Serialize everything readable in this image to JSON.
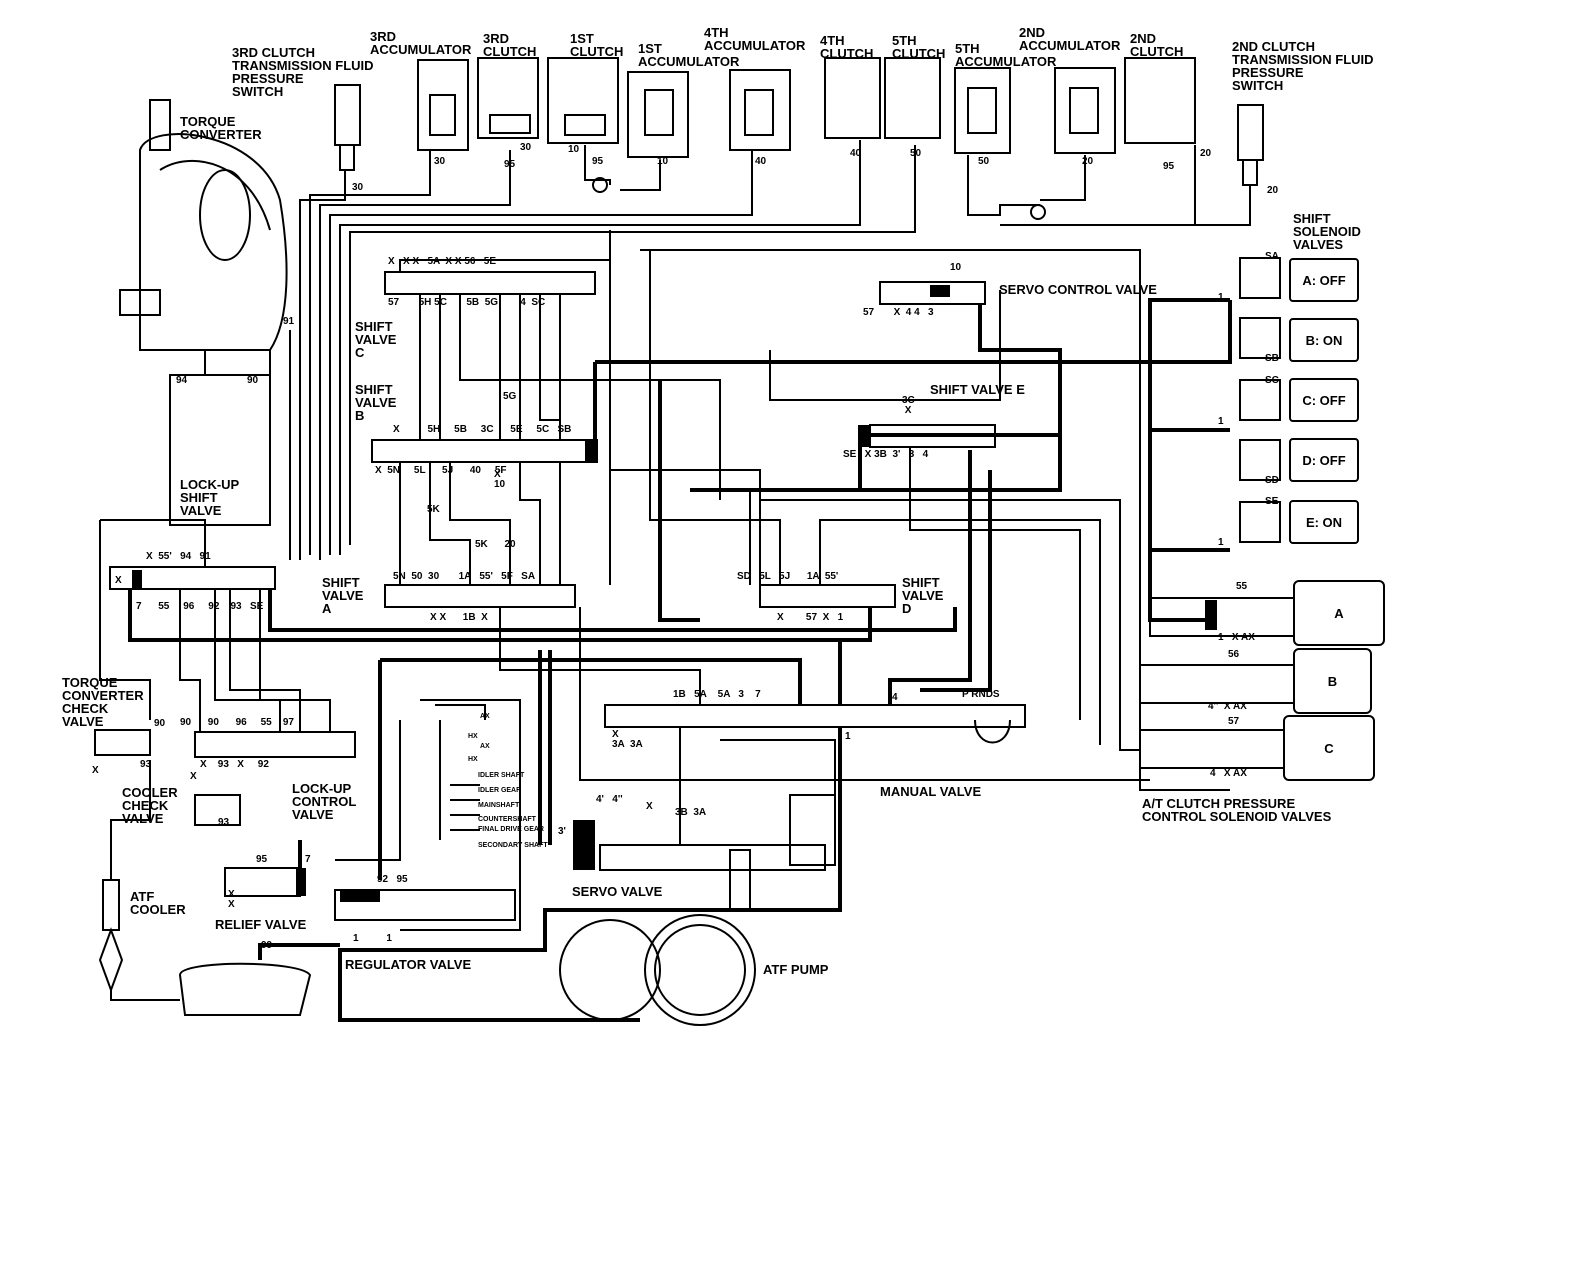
{
  "components": {
    "sw3_pressure": "3RD CLUTCH\nTRANSMISSION FLUID\nPRESSURE\nSWITCH",
    "acc3": "3RD\nACCUMULATOR",
    "clutch3": "3RD\nCLUTCH",
    "clutch1": "1ST\nCLUTCH",
    "acc1": "1ST\nACCUMULATOR",
    "acc4": "4TH\nACCUMULATOR",
    "clutch4": "4TH\nCLUTCH",
    "clutch5": "5TH\nCLUTCH",
    "acc5": "5TH\nACCUMULATOR",
    "acc2": "2ND\nACCUMULATOR",
    "clutch2": "2ND\nCLUTCH",
    "sw2_pressure": "2ND CLUTCH\nTRANSMISSION FLUID\nPRESSURE\nSWITCH",
    "torque_converter": "TORQUE\nCONVERTER",
    "shift_solenoid_valves": "SHIFT\nSOLENOID\nVALVES",
    "servo_control_valve": "SERVO CONTROL VALVE",
    "shift_valve_c": "SHIFT\nVALVE\nC",
    "shift_valve_b": "SHIFT\nVALVE\nB",
    "shift_valve_e": "SHIFT VALVE E",
    "lockup_shift_valve": "LOCK-UP\nSHIFT\nVALVE",
    "shift_valve_a": "SHIFT\nVALVE\nA",
    "shift_valve_d": "SHIFT\nVALVE\nD",
    "tc_check_valve": "TORQUE\nCONVERTER\nCHECK\nVALVE",
    "cooler_check_valve": "COOLER\nCHECK\nVALVE",
    "lockup_control_valve": "LOCK-UP\nCONTROL\nVALVE",
    "manual_valve": "MANUAL VALVE",
    "atc_solenoids": "A/T CLUTCH PRESSURE\nCONTROL SOLENOID VALVES",
    "atf_cooler": "ATF\nCOOLER",
    "relief_valve": "RELIEF VALVE",
    "servo_valve": "SERVO VALVE",
    "regulator_valve": "REGULATOR VALVE",
    "atf_pump": "ATF PUMP"
  },
  "solenoids": [
    {
      "label": "A: OFF",
      "port": "SA"
    },
    {
      "label": "B: ON",
      "port": "SB"
    },
    {
      "label": "C: OFF",
      "port": "SC"
    },
    {
      "label": "D: OFF",
      "port": "SD"
    },
    {
      "label": "E: ON",
      "port": "SE"
    }
  ],
  "pressure_solenoids": [
    {
      "label": "A",
      "port": "55",
      "low": "1   X AX"
    },
    {
      "label": "B",
      "port": "56",
      "low": "4''  X AX"
    },
    {
      "label": "C",
      "port": "57",
      "low": "4   X AX"
    }
  ],
  "shaft_labels": [
    "AX",
    "HX",
    "AX",
    "HX",
    "IDLER SHAFT",
    "IDLER GEAR",
    "MAINSHAFT",
    "COUNTERSHAFT",
    "FINAL DRIVE GEAR",
    "SECONDARY SHAFT"
  ],
  "manual_positions": "P RNDS",
  "circuit_numbers": {
    "n30a": "30",
    "n30b": "30",
    "n30c": "30",
    "n95a": "95",
    "n10a": "10",
    "n95b": "95",
    "n10b": "10",
    "n40a": "40",
    "n40b": "40",
    "n50a": "50",
    "n50b": "50",
    "n20a": "20",
    "n95c": "95",
    "n20b": "20",
    "n20c": "20",
    "n91": "91",
    "n94": "94",
    "n90": "90",
    "sc_top": "X   X X   5A  X X 56   5E",
    "sc_bot": "57       5H 5C       5B  5G        4  SC",
    "sb_top": "X          5H     5B     3C      5E     5C   SB",
    "sb_bot": "X  5N     5L      5J      40     5F",
    "sb_x10": "X\n10",
    "sb_5g": "5G",
    "sb_5k": "5K",
    "sa_top": "5N  50  30       1A   55'   5F   SA",
    "sa_5k": "5K      20",
    "sa_bot": "X X      1B  X",
    "sd_top": "SD   5L   5J      1A  55'",
    "sd_bot": "X        57  X   1",
    "lu_top": "X  55'   94   91",
    "lu_bot": "7      55     96     92    93   SE",
    "lu_x": "X",
    "se_top": "3C\n X",
    "se_bot": "SE   X 3B  3'   3   4",
    "sv_num": "10",
    "sv_bot": "57       X  4 4   3",
    "mv_1b": "1B   5A    5A   3    7",
    "mv_4": "4",
    "mv_3a": "X\n3A  3A",
    "mv_1": "1",
    "svv_4": "4'   4''",
    "svv_x": "X",
    "svv_3b": "3B  3A",
    "svv_3p": "3'",
    "cc_90": "90",
    "cc_93": "93",
    "cc_x": "X",
    "lc_top": "90      90      96     55    97",
    "lc_bot": "X    93   X     92",
    "lc_x": "X",
    "cl_93": "93",
    "rv_95": "95",
    "rv_7": "7",
    "rv_x": "X\nX",
    "rg_92": "92   95",
    "rg_1": "1          1",
    "n99": "99",
    "sol_1a": "1",
    "sol_1b": "1",
    "sol_1c": "1"
  }
}
